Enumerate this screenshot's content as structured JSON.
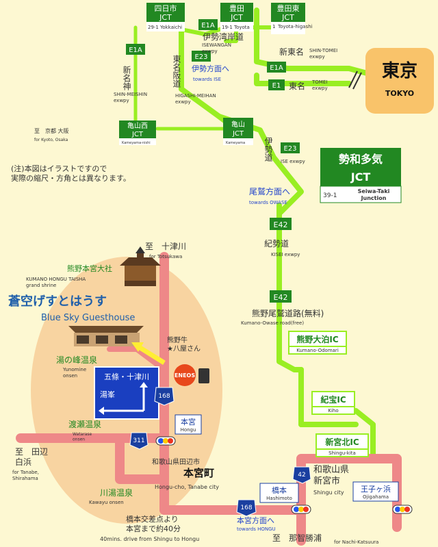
{
  "jct_top": {
    "yokkaichi": {
      "name": "四日市",
      "sub": "JCT",
      "code": "29-1",
      "en": "Yokkaichi"
    },
    "toyota": {
      "name": "豊田",
      "sub": "JCT",
      "code": "19-1",
      "en": "Toyota"
    },
    "toyota_higashi": {
      "name": "豊田東",
      "sub": "JCT",
      "code": "1",
      "en": "Toyota-higashi"
    }
  },
  "routes": {
    "e1a": "E1A",
    "e1": "E1",
    "e23": "E23",
    "e42": "E42",
    "isewangan_jp": "伊勢湾岸道",
    "isewangan_en": "ISEWANGAN\nexwpy",
    "shintomei_jp": "新東名",
    "shintomei_en": "SHIN-TOMEI\nexwpy",
    "tomei_jp": "東名",
    "tomei_en": "TOMEI\nexwpy",
    "meihan_jp": "東名阪道",
    "meihan_en": "HIGASHI-MEIHAN\nexwpy",
    "shinmeishin_jp": "新名神",
    "shinmeishin_en": "SHIN-MEISHIN\nexwpy",
    "ise_jp": "伊勢道",
    "ise_en": "ISE exwpy",
    "kisei_jp": "紀勢道",
    "kisei_en": "KISEI exwpy",
    "kumano_owase_jp": "熊野尾鷲道路(無料)",
    "kumano_owase_en": "Kumano-Owase road(free)"
  },
  "directions": {
    "ise_jp": "伊勢方面へ",
    "ise_en": "towards ISE",
    "owase_jp": "尾鷲方面へ",
    "owase_en": "towards OWASE",
    "hongu_jp": "本宮方面へ",
    "hongu_en": "towards HONGU",
    "kyoto_jp": "至　京都 大阪",
    "kyoto_en": "for Kyoto, Osaka",
    "totsukawa_jp": "至　十津川",
    "totsukawa_en": "for Totsukawa",
    "tanabe_jp": "至　田辺\n白浜",
    "tanabe_en": "for Tanabe,\nShirahama",
    "nachi_jp": "至　那智勝浦",
    "nachi_en": "for Nachi-Katsuura"
  },
  "tokyo": {
    "jp": "東京",
    "en": "TOKYO"
  },
  "jct_mid": {
    "kameyamanishi": {
      "name": "亀山西",
      "sub": "JCT",
      "en": "Kameyama-nishi"
    },
    "kameyama": {
      "name": "亀山",
      "sub": "JCT",
      "en": "Kameyama"
    }
  },
  "seiwa": {
    "jp1": "勢和多気",
    "jp2": "JCT",
    "code": "39-1",
    "en1": "Seiwa-Taki",
    "en2": "Junction"
  },
  "note": "(注)本図はイラストですので\n実際の縮尺・方角とは異なります。",
  "ic": {
    "odomari": {
      "jp": "熊野大泊IC",
      "en": "Kumano-Odomari"
    },
    "kiho": {
      "jp": "紀宝IC",
      "en": "Kiho"
    },
    "shingu_kita": {
      "jp": "新宮北IC",
      "en": "Shingu-kita"
    }
  },
  "places": {
    "taisha_jp": "熊野本宮大社",
    "taisha_en": "KUMANO HONGU TAISHA\ngrand shrine",
    "guesthouse_jp": "蒼空げすとはうす",
    "guesthouse_en": "Blue Sky Guesthouse",
    "yunomine_jp": "湯の峰温泉",
    "yunomine_en": "Yunomine\nonsen",
    "watarase_jp": "渡瀬温泉",
    "watarase_en": "Watarase\nonsen",
    "kawayu_jp": "川湯温泉",
    "kawayu_en": "Kawayu onsen",
    "kumanogyu": "熊野牛\n★八屋さん",
    "hongu_town_small": "和歌山県田辺市",
    "hongu_town_big": "本宮町",
    "hongu_town_en": "Hongu-cho, Tanabe city",
    "shingu_jp": "和歌山県\n新宮市",
    "shingu_en": "Shingu city",
    "bottom1": "橋本交差点より",
    "bottom2": "本宮まで約40分",
    "bottom_en": "40mins. drive from Shingu to Hongu"
  },
  "signs": {
    "hongu_jp": "本宮",
    "hongu_en": "Hongu",
    "hashimoto_jp": "橋本",
    "hashimoto_en": "Hashimoto",
    "ojigahama_jp": "王子ヶ浜",
    "ojigahama_en": "Ojigahama",
    "blue_top": "五條・十津川",
    "blue_left": "湯峯",
    "eneos": "ENEOS"
  },
  "national_routes": {
    "r168": "168",
    "r311": "311",
    "r42": "42"
  },
  "colors": {
    "green_road": "#99ee22",
    "pink_road": "#ee8888",
    "jct_green": "#228822",
    "tokyo": "#f9c36a"
  }
}
